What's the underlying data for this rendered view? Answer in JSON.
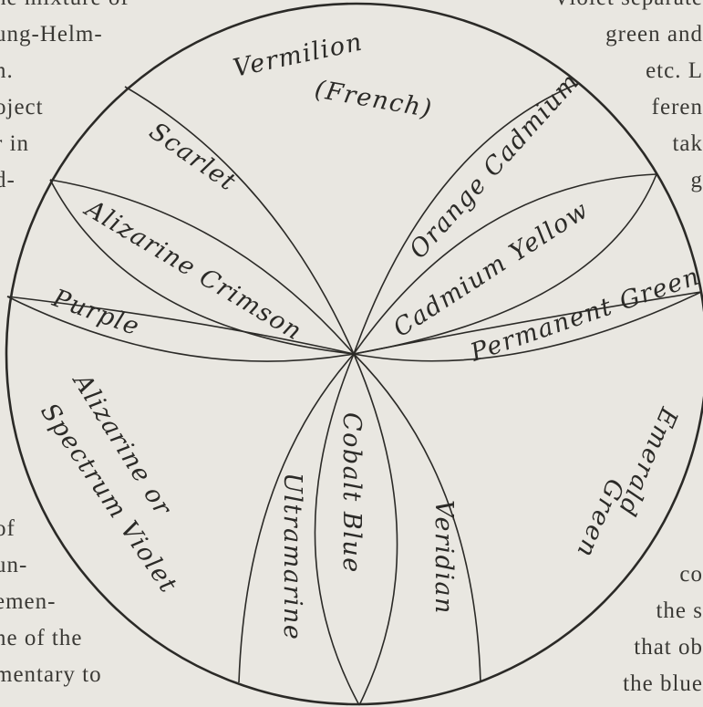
{
  "page_text": {
    "left_top_lines": [
      "he mixture of",
      "ung-Helm-",
      "n.",
      "oject",
      "r in",
      "d-"
    ],
    "left_bottom_lines": [
      "of",
      "un-",
      "emen-",
      "ne of the",
      "mentary to"
    ],
    "right_top_lines": [
      "Violet separate",
      "green and",
      "etc. L",
      "feren",
      "tak",
      "g"
    ],
    "right_bottom_lines": [
      "co",
      "the s",
      "that ob",
      "the blue"
    ]
  },
  "diagram": {
    "labels": {
      "vermilion": "Vermilion",
      "french": "(French)",
      "scarlet": "Scarlet",
      "alizarine_crimson": "Alizarine Crimson",
      "purple": "Purple",
      "alizarine_or": "Alizarine or",
      "spectrum_violet": "Spectrum Violet",
      "ultramarine": "Ultramarine",
      "cobalt_blue": "Cobalt Blue",
      "veridian": "Veridian",
      "emerald": "Emerald",
      "green": "Green",
      "orange_cadmium": "Orange Cadmium",
      "cadmium_yellow": "Cadmium Yellow",
      "permanent_green": "Permanent Green"
    }
  }
}
